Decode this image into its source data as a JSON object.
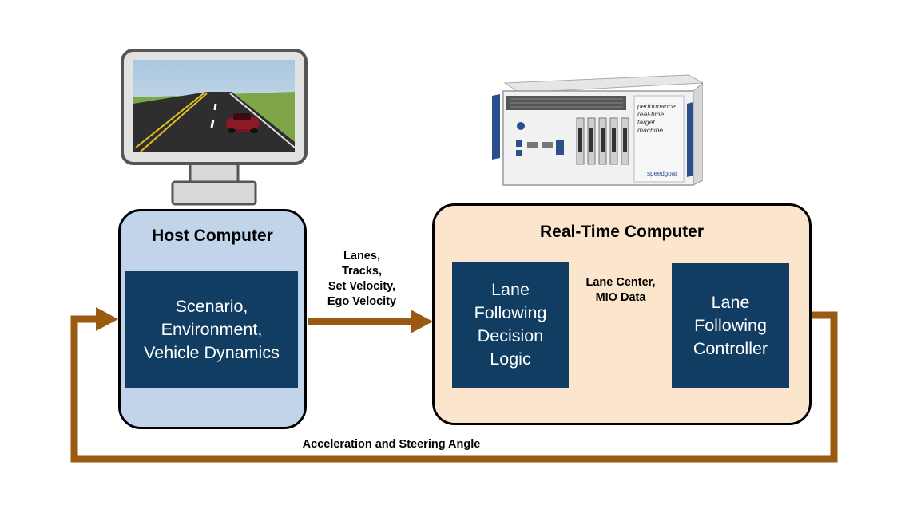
{
  "host": {
    "title": "Host Computer",
    "block_lines": [
      "Scenario,",
      "Environment,",
      "Vehicle Dynamics"
    ]
  },
  "realtime": {
    "title": "Real-Time Computer",
    "decision_lines": [
      "Lane",
      "Following",
      "Decision",
      "Logic"
    ],
    "controller_lines": [
      "Lane",
      "Following",
      "Controller"
    ]
  },
  "signals": {
    "host_to_rt": [
      "Lanes,",
      "Tracks,",
      "Set Velocity,",
      "Ego Velocity"
    ],
    "decision_to_controller": [
      "Lane Center,",
      "MIO Data"
    ],
    "feedback": "Acceleration and Steering Angle"
  },
  "hardware_label": {
    "line1": "performance",
    "line2": "real-time",
    "line3": "target",
    "line4": "machine",
    "brand": "speedgoat"
  },
  "colors": {
    "arrow": "#9a5a12",
    "host_fill": "#c1d4ea",
    "realtime_fill": "#fbe5cc",
    "block_fill": "#123d63"
  }
}
